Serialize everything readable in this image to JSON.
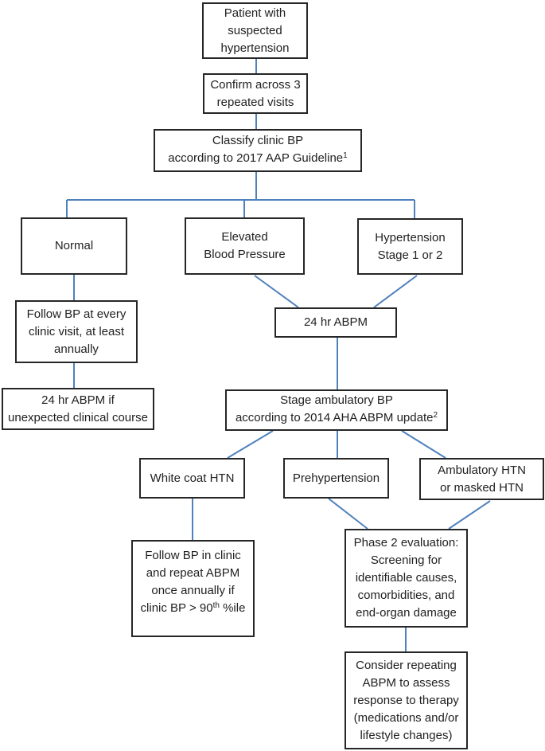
{
  "colors": {
    "background": "#ffffff",
    "box_border": "#262626",
    "text": "#212121",
    "connector": "#4f81bd"
  },
  "nodes": {
    "patient": {
      "lines": [
        "Patient with",
        "suspected",
        "hypertension"
      ]
    },
    "confirm": {
      "lines": [
        "Confirm across 3",
        "repeated visits"
      ]
    },
    "classify": {
      "line1": "Classify clinic BP",
      "line2": "according to 2017 AAP Guideline",
      "footnote": "1"
    },
    "normal": {
      "lines": [
        "Normal"
      ]
    },
    "elevated": {
      "lines": [
        "Elevated",
        "Blood Pressure"
      ]
    },
    "hypertension": {
      "lines": [
        "Hypertension",
        "Stage 1 or 2"
      ]
    },
    "follow_clinic": {
      "lines": [
        "Follow BP at every",
        "clinic visit, at least",
        "annually"
      ]
    },
    "abpm": {
      "lines": [
        "24 hr ABPM"
      ]
    },
    "abpm_unexpected": {
      "lines": [
        "24 hr ABPM if",
        "unexpected clinical course"
      ]
    },
    "stage_ambulatory": {
      "line1": "Stage ambulatory BP",
      "line2": "according to 2014 AHA ABPM update",
      "footnote": "2"
    },
    "white_coat": {
      "lines": [
        "White coat HTN"
      ]
    },
    "prehypertension": {
      "lines": [
        "Prehypertension"
      ]
    },
    "ambulatory": {
      "lines": [
        "Ambulatory HTN",
        "or masked HTN"
      ]
    },
    "follow_abpm": {
      "lines": [
        "Follow BP in clinic",
        "and repeat ABPM",
        "once annually if"
      ],
      "line4_pre": "clinic BP > 90",
      "line4_sup": "th",
      "line4_post": " %ile"
    },
    "phase2": {
      "lines": [
        "Phase 2 evaluation:",
        "Screening for",
        "identifiable causes,",
        "comorbidities, and",
        "end-organ damage"
      ]
    },
    "consider": {
      "lines": [
        "Consider repeating",
        "ABPM to assess",
        "response to therapy",
        "(medications and/or",
        "lifestyle changes)"
      ]
    }
  }
}
